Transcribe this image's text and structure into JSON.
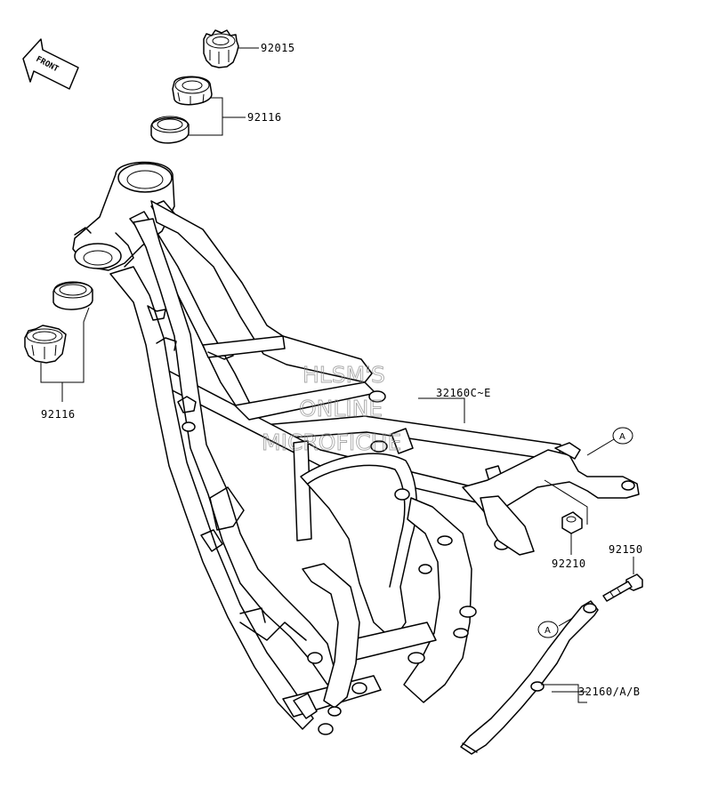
{
  "front_arrow_text": "FRONT",
  "watermark": {
    "line1": "HLSM'S",
    "line2": "ONLINE",
    "line3": "MICROFICHE"
  },
  "callouts": [
    {
      "id": "nut-top",
      "part": "92015"
    },
    {
      "id": "bearing-top",
      "part": "92116"
    },
    {
      "id": "bearing-bottom",
      "part": "92116"
    },
    {
      "id": "subframe",
      "part": "32160C~E"
    },
    {
      "id": "collar",
      "part": "92210"
    },
    {
      "id": "bolt",
      "part": "92150"
    },
    {
      "id": "side-stand-stay",
      "part": "32160/A/B"
    }
  ],
  "reference_marks": {
    "a1": "A",
    "a2": "A"
  }
}
